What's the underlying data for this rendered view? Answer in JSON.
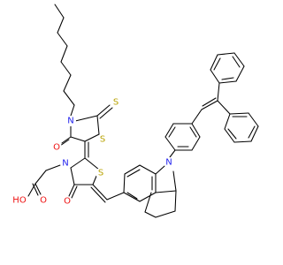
{
  "atoms": {
    "s_top": {
      "label": "S",
      "color": "#b8a200"
    },
    "s_ring": {
      "label": "S",
      "color": "#b8a200"
    },
    "s_thiaz": {
      "label": "S",
      "color": "#b8a200"
    },
    "n_rhod": {
      "label": "N",
      "color": "#2222ee"
    },
    "n_thiaz": {
      "label": "N",
      "color": "#2222ee"
    },
    "n_indole": {
      "label": "N",
      "color": "#2222ee"
    },
    "o_rhod": {
      "label": "O",
      "color": "#ee1111"
    },
    "o_thiaz": {
      "label": "O",
      "color": "#ee1111"
    },
    "o_acid": {
      "label": "O",
      "color": "#ee1111"
    },
    "oh_acid": {
      "label": "HO",
      "color": "#ee1111"
    }
  }
}
